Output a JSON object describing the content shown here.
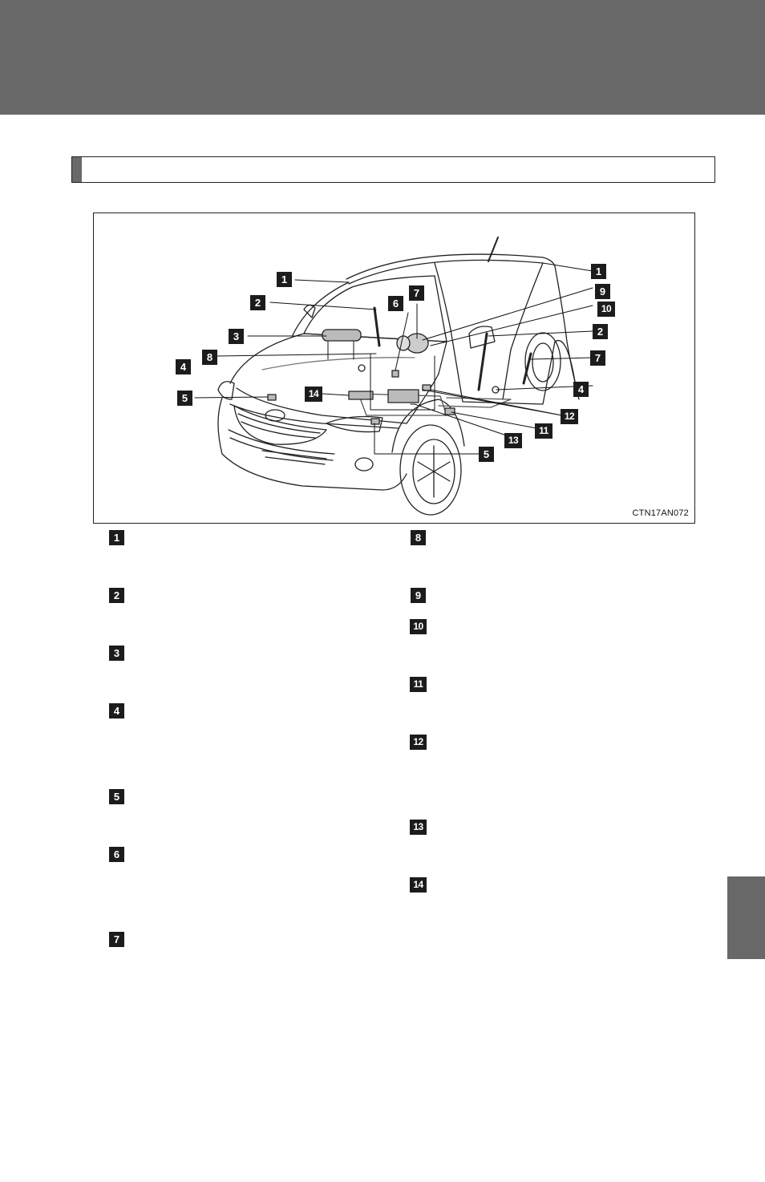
{
  "figure": {
    "code": "CTN17AN072",
    "callouts": [
      "1",
      "2",
      "3",
      "4",
      "5",
      "6",
      "7",
      "8",
      "9",
      "10",
      "11",
      "12",
      "13",
      "14"
    ]
  },
  "legend": {
    "items": [
      "1",
      "2",
      "3",
      "4",
      "5",
      "6",
      "7",
      "8",
      "9",
      "10",
      "11",
      "12",
      "13",
      "14"
    ]
  },
  "colors": {
    "header_band": "#686868",
    "marker": "#1c1c1c"
  }
}
